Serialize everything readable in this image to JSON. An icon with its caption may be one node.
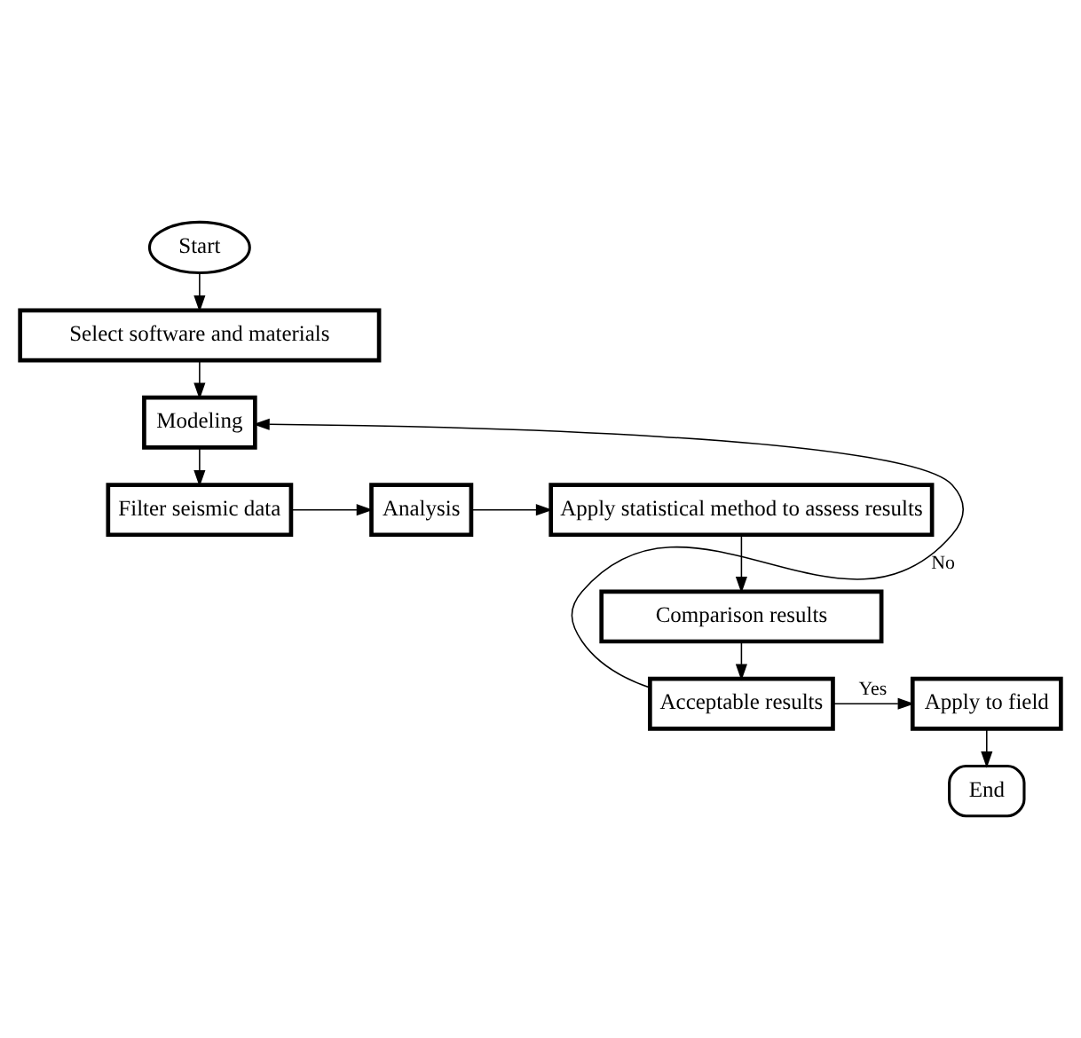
{
  "diagram": {
    "nodes": [
      {
        "text": [
          "Start"
        ]
      },
      {
        "text": [
          "Select software and materials"
        ]
      },
      {
        "text": [
          "Modeling"
        ]
      },
      {
        "text": [
          "Filter seismic data"
        ]
      },
      {
        "text": [
          "Analysis"
        ]
      },
      {
        "text": [
          "Apply statistical method to assess results"
        ]
      },
      {
        "text": [
          "Comparison results"
        ]
      },
      {
        "text": [
          "Acceptable results"
        ]
      },
      {
        "text": [
          "Apply to field"
        ]
      },
      {
        "text": [
          "End"
        ]
      }
    ],
    "edges": [
      {
        "from": 0,
        "to": 1,
        "arrow": "to"
      },
      {
        "from": 1,
        "to": 2,
        "arrow": "to"
      },
      {
        "from": 2,
        "to": 3,
        "arrow": "to"
      },
      {
        "from": 3,
        "to": 4,
        "arrow": "to"
      },
      {
        "from": 4,
        "to": 5,
        "arrow": "to"
      },
      {
        "from": 5,
        "to": 6,
        "arrow": "to"
      },
      {
        "from": 6,
        "to": 7,
        "arrow": "to"
      },
      {
        "from": 7,
        "to": 8,
        "arrow": "to",
        "label": "Yes"
      },
      {
        "from": 8,
        "to": 9,
        "arrow": "to"
      },
      {
        "from": 7,
        "to": 2,
        "arrow": "to",
        "label": "No"
      }
    ]
  }
}
